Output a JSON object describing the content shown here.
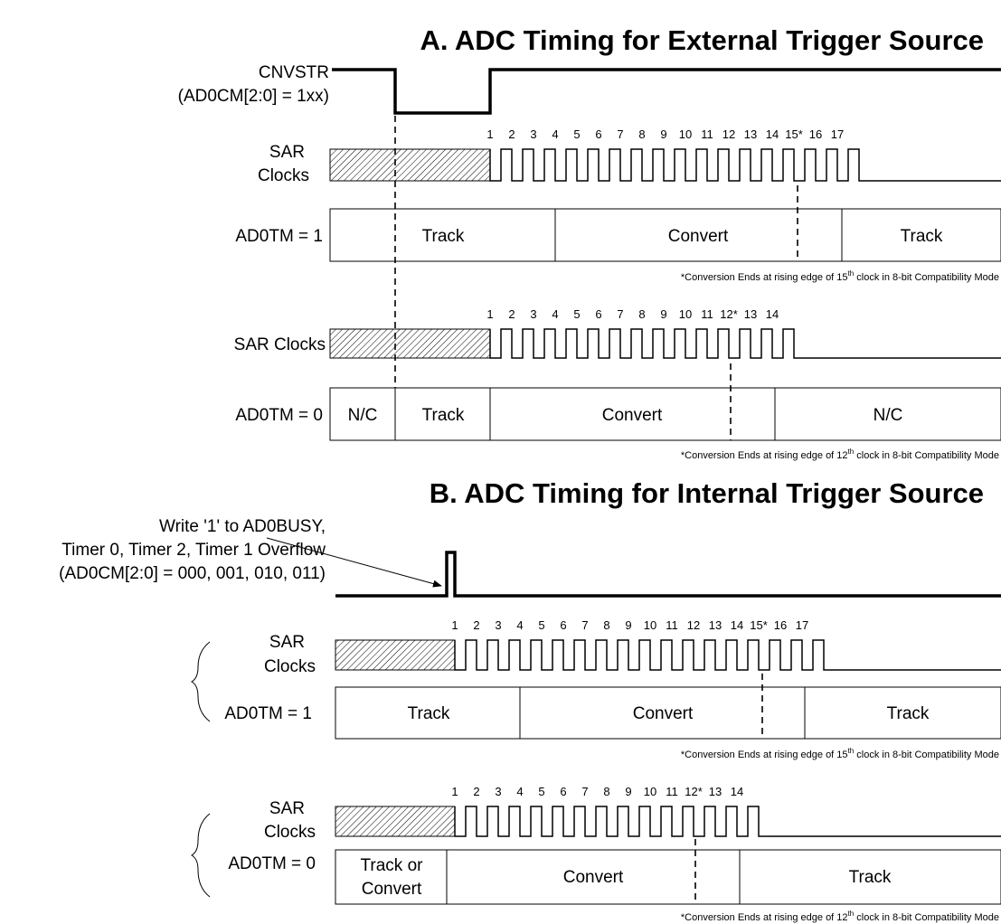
{
  "section_a": {
    "title": "A. ADC Timing for External Trigger Source",
    "cnvstr_label": "CNVSTR",
    "cnvstr_mode": "(AD0CM[2:0] = 1xx)",
    "row1": {
      "clock_label_line1": "SAR",
      "clock_label_line2": "Clocks",
      "clock_numbers": [
        "1",
        "2",
        "3",
        "4",
        "5",
        "6",
        "7",
        "8",
        "9",
        "10",
        "11",
        "12",
        "13",
        "14",
        "15*",
        "16",
        "17"
      ],
      "mode_label": "AD0TM = 1",
      "segments": [
        "Track",
        "Convert",
        "Track"
      ],
      "footnote_pre": "*Conversion Ends at rising edge of 15",
      "footnote_sup": "th",
      "footnote_post": " clock in 8-bit Compatibility Mode"
    },
    "row2": {
      "clock_label": "SAR Clocks",
      "clock_numbers": [
        "1",
        "2",
        "3",
        "4",
        "5",
        "6",
        "7",
        "8",
        "9",
        "10",
        "11",
        "12*",
        "13",
        "14"
      ],
      "mode_label": "AD0TM = 0",
      "segments": [
        "N/C",
        "Track",
        "Convert",
        "N/C"
      ],
      "footnote_pre": "*Conversion Ends at rising edge of 12",
      "footnote_sup": "th",
      "footnote_post": " clock in 8-bit Compatibility Mode"
    }
  },
  "section_b": {
    "title": "B. ADC Timing for Internal Trigger Source",
    "trigger_line1": "Write '1' to AD0BUSY,",
    "trigger_line2": "Timer 0, Timer 2, Timer 1  Overflow",
    "trigger_line3": "(AD0CM[2:0] = 000, 001, 010, 011)",
    "row1": {
      "clock_label_line1": "SAR",
      "clock_label_line2": "Clocks",
      "clock_numbers": [
        "1",
        "2",
        "3",
        "4",
        "5",
        "6",
        "7",
        "8",
        "9",
        "10",
        "11",
        "12",
        "13",
        "14",
        "15*",
        "16",
        "17"
      ],
      "mode_label": "AD0TM = 1",
      "segments": [
        "Track",
        "Convert",
        "Track"
      ],
      "footnote_pre": "*Conversion Ends at rising edge of 15",
      "footnote_sup": "th",
      "footnote_post": " clock in 8-bit Compatibility Mode"
    },
    "row2": {
      "clock_label_line1": "SAR",
      "clock_label_line2": "Clocks",
      "clock_numbers": [
        "1",
        "2",
        "3",
        "4",
        "5",
        "6",
        "7",
        "8",
        "9",
        "10",
        "11",
        "12*",
        "13",
        "14"
      ],
      "mode_label": "AD0TM = 0",
      "segments": [
        "Track or",
        "Convert",
        "Convert",
        "Track"
      ],
      "footnote_pre": "*Conversion Ends at rising edge of 12",
      "footnote_sup": "th",
      "footnote_post": " clock in 8-bit Compatibility Mode"
    }
  }
}
